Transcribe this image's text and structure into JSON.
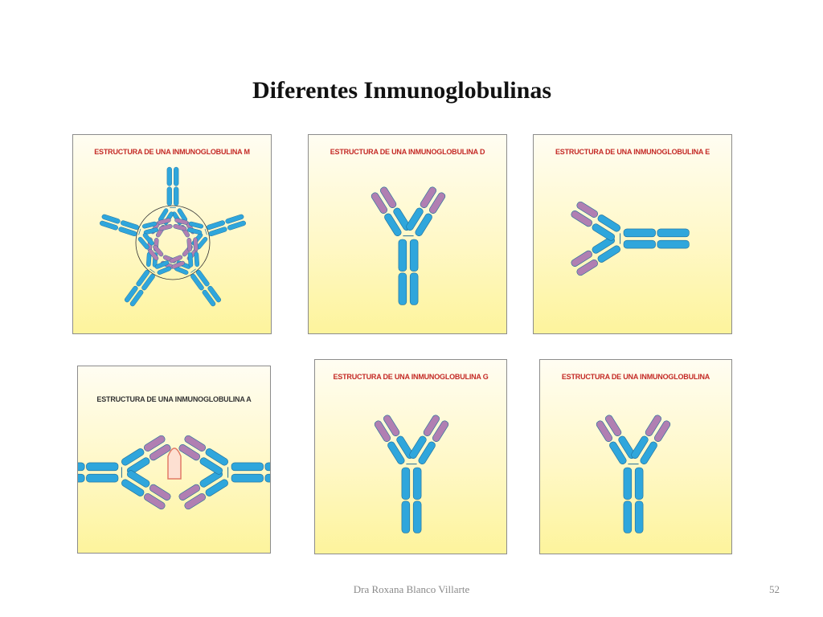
{
  "slide": {
    "title": "Diferentes Inmunoglobulinas",
    "author": "Dra Roxana Blanco Villarte",
    "page_number": "52"
  },
  "panels": [
    {
      "label": "ESTRUCTURA DE UNA INMUNOGLOBULINA M",
      "structure": "pentamer"
    },
    {
      "label": "ESTRUCTURA DE UNA INMUNOGLOBULINA D",
      "structure": "monomer"
    },
    {
      "label": "ESTRUCTURA DE UNA INMUNOGLOBULINA E",
      "structure": "monomer-horizontal"
    },
    {
      "label": "ESTRUCTURA DE UNA INMUNOGLOBULINA A",
      "structure": "dimer"
    },
    {
      "label": "ESTRUCTURA DE UNA INMUNOGLOBULINA G",
      "structure": "monomer"
    },
    {
      "label": "ESTRUCTURA DE UNA INMUNOGLOBULINA",
      "structure": "monomer"
    }
  ],
  "colors": {
    "heavy_chain": "#2fa6dc",
    "variable_region": "#b07fb2",
    "outline": "#1f6e9a",
    "label_red": "#c42a26",
    "j_chain": "#f2a48a"
  }
}
